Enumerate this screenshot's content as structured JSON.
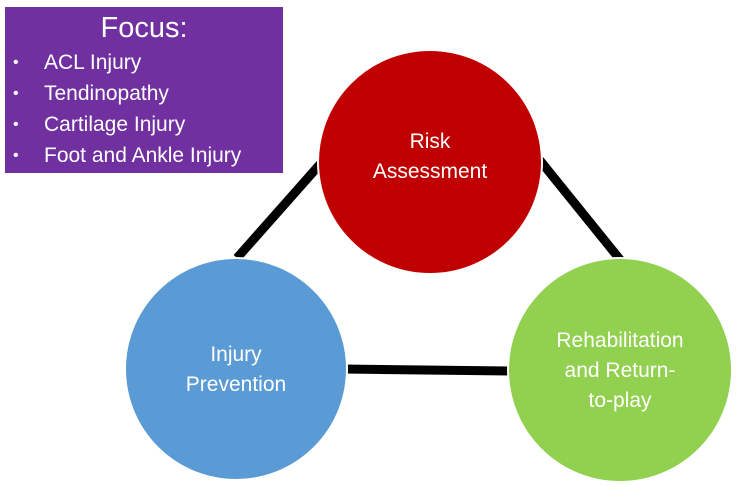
{
  "focus": {
    "title": "Focus:",
    "items": [
      "ACL Injury",
      "Tendinopathy",
      "Cartilage Injury",
      "Foot and Ankle Injury"
    ]
  },
  "nodes": {
    "risk": {
      "line1": "Risk",
      "line2": "Assessment",
      "color": "#c00000"
    },
    "prevention": {
      "line1": "Injury",
      "line2": "Prevention",
      "color": "#5b9bd5"
    },
    "rehab": {
      "line1": "Rehabilitation",
      "line2": "and Return-",
      "line3": "to-play",
      "color": "#92d050"
    }
  },
  "colors": {
    "focus_background": "#7030a0",
    "connector": "#000000"
  }
}
